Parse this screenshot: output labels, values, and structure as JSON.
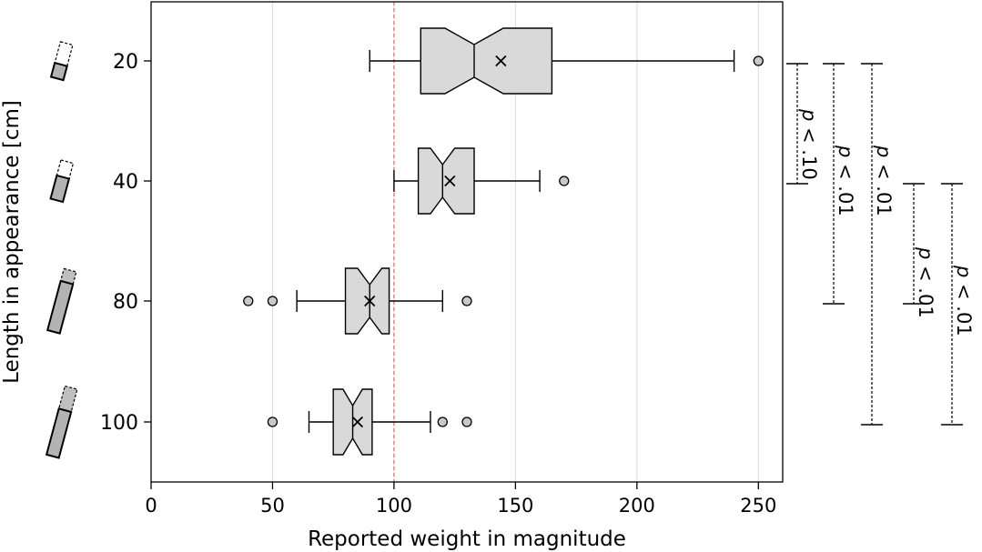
{
  "chart_data": {
    "type": "boxplot",
    "orientation": "horizontal",
    "xlabel": "Reported weight in magnitude",
    "ylabel": "Length in appearance [cm]",
    "xlim": [
      0,
      260
    ],
    "xticks": [
      0,
      50,
      100,
      150,
      200,
      250
    ],
    "vertical_gridlines": true,
    "reference_line": {
      "x": 100,
      "style": "dashed",
      "color": "#e06666"
    },
    "box_color": "#d9d9d9",
    "categories": [
      "20",
      "40",
      "80",
      "100"
    ],
    "boxes": [
      {
        "label": "20",
        "whisker_low": 90,
        "q1": 111,
        "median": 133,
        "q3": 165,
        "whisker_high": 240,
        "mean": 144,
        "notch_low": 121,
        "notch_high": 145,
        "outliers": [
          250
        ]
      },
      {
        "label": "40",
        "whisker_low": 100,
        "q1": 110,
        "median": 120,
        "q3": 133,
        "whisker_high": 160,
        "mean": 123,
        "notch_low": 115,
        "notch_high": 125,
        "outliers": [
          170
        ]
      },
      {
        "label": "80",
        "whisker_low": 60,
        "q1": 80,
        "median": 90,
        "q3": 98,
        "whisker_high": 120,
        "mean": 90,
        "notch_low": 85,
        "notch_high": 95,
        "outliers": [
          40,
          50,
          130
        ]
      },
      {
        "label": "100",
        "whisker_low": 65,
        "q1": 75,
        "median": 83,
        "q3": 91,
        "whisker_high": 115,
        "mean": 85,
        "notch_low": 79,
        "notch_high": 87,
        "outliers": [
          50,
          120,
          130
        ]
      }
    ],
    "significance_brackets": [
      {
        "from": "20",
        "to": "40",
        "label": "p < .10"
      },
      {
        "from": "20",
        "to": "80",
        "label": "p < .01"
      },
      {
        "from": "20",
        "to": "100",
        "label": "p < .01"
      },
      {
        "from": "40",
        "to": "80",
        "label": "p < .01"
      },
      {
        "from": "40",
        "to": "100",
        "label": "p < .01"
      }
    ],
    "category_icon_fill": [
      0.4,
      0.6,
      0.8,
      0.67
    ]
  }
}
